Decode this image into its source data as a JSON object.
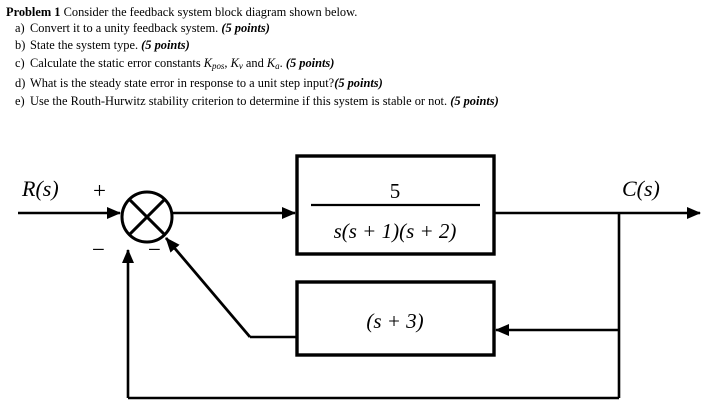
{
  "problem": {
    "lead": "Problem 1",
    "statement": "Consider the feedback system block diagram shown below.",
    "items": [
      {
        "marker": "a)",
        "text": "Convert it to a unity feedback system.",
        "points": "(5 points)"
      },
      {
        "marker": "b)",
        "text": "State the system type.",
        "points": "(5 points)"
      },
      {
        "marker": "c)",
        "text_before": "Calculate the static error constants ",
        "sym1": "K",
        "sub1": "pos",
        "mid1": ", ",
        "sym2": "K",
        "sub2": "v",
        "mid2": " and ",
        "sym3": "K",
        "sub3": "a",
        "mid3": ". ",
        "points": "(5 points)"
      },
      {
        "marker": "d)",
        "text": "What is the steady state error in response to a unit step input?",
        "points": "(5 points)"
      },
      {
        "marker": "e)",
        "text": "Use the Routh-Hurwitz stability criterion to determine if this system is stable or not.",
        "points": "(5 points)"
      }
    ]
  },
  "diagram": {
    "input_label": "R(s)",
    "output_label": "C(s)",
    "summing_junction": {
      "input_sign": "+",
      "feedback_sign_outer": "−",
      "feedback_sign_inner": "−"
    },
    "forward_block": {
      "numerator": "5",
      "denominator": "s(s + 1)(s + 2)"
    },
    "feedback_block": {
      "expression": "(s + 3)"
    },
    "line_color": "#000000",
    "background_color": "#ffffff"
  }
}
